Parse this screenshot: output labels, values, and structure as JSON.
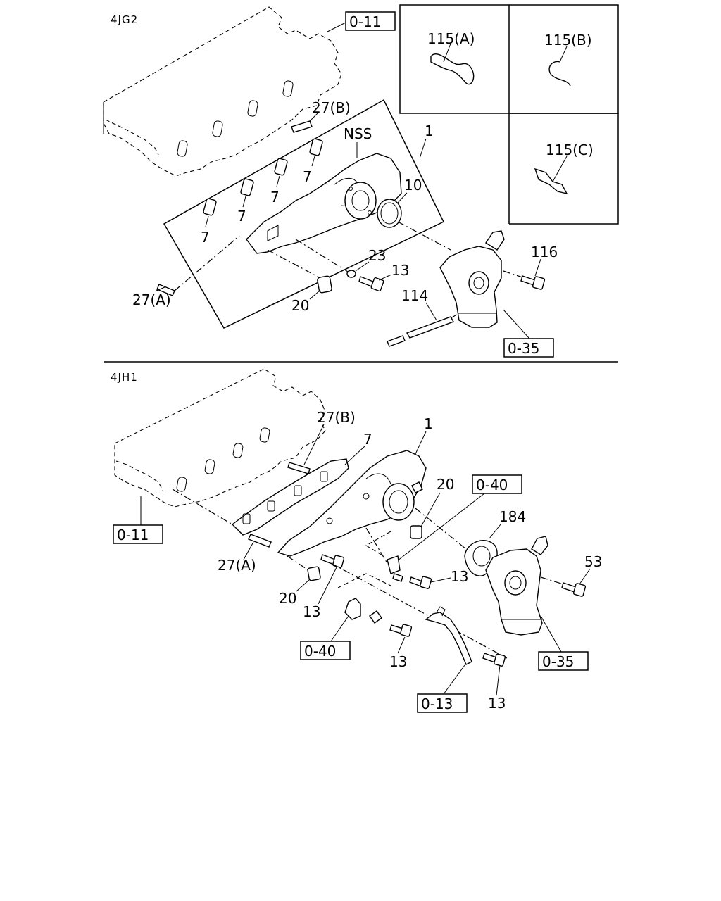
{
  "upper": {
    "engine_label": "4JG2",
    "ref_cylinder_head": "0-11",
    "ref_thermostat": "0-35",
    "callouts": {
      "clip_a": "115(A)",
      "clip_b": "115(B)",
      "clip_c": "115(C)",
      "stud_b": "27(B)",
      "nss": "NSS",
      "manifold": "1",
      "oring": "10",
      "gasket_1": "7",
      "gasket_2": "7",
      "gasket_3": "7",
      "gasket_4": "7",
      "washer": "23",
      "bolt": "13",
      "housing_bolt": "116",
      "stud_a": "27(A)",
      "nut": "20",
      "pipe": "114"
    }
  },
  "lower": {
    "engine_label": "4JH1",
    "ref_cylinder_head": "0-11",
    "ref_bracket_top": "0-40",
    "ref_bracket_bottom": "0-40",
    "ref_thermostat": "0-35",
    "ref_pipe": "0-13",
    "callouts": {
      "stud_b": "27(B)",
      "manifold": "1",
      "gasket": "7",
      "nut_top": "20",
      "gasket_184": "184",
      "housing_bolt": "53",
      "stud_a": "27(A)",
      "bolt_right": "13",
      "nut_bottom": "20",
      "bolt_mid": "13",
      "bolt_bracket": "13",
      "bolt_pipe": "13"
    }
  }
}
